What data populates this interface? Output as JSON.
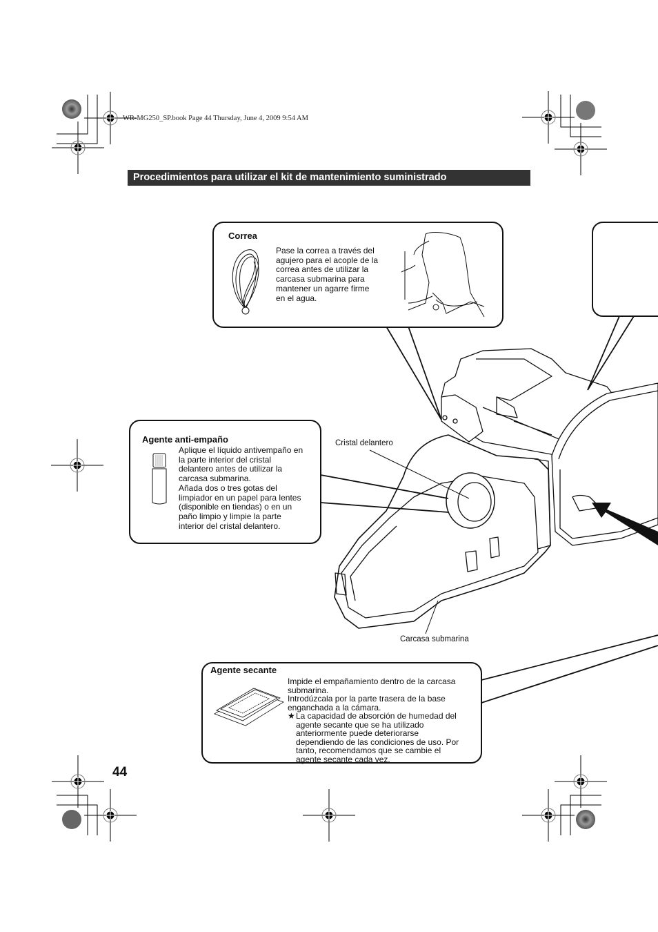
{
  "header": {
    "file_info": "WR-MG250_SP.book  Page 44  Thursday, June 4, 2009  9:54 AM"
  },
  "section_title": "Procedimientos para utilizar el kit de mantenimiento suministrado",
  "callouts": {
    "correa": {
      "title": "Correa",
      "text": "Pase la correa a través del agujero para el acople de la correa antes de utilizar la carcasa submarina para mantener un agarre firme en el agua.",
      "lines": [
        "Pase la correa a través del",
        "agujero para el acople de la",
        "correa antes de utilizar la",
        "carcasa submarina para",
        "mantener un agarre firme",
        "en el agua."
      ]
    },
    "anti_fog": {
      "title": "Agente anti-empaño",
      "lines": [
        "Aplique el líquido antivempaño en",
        "la parte interior del cristal",
        "delantero antes de utilizar la",
        "carcasa submarina.",
        "Añada dos o tres gotas del",
        "limpiador en un papel para lentes",
        "(disponible en tiendas) o en un",
        "paño limpio y limpie la parte",
        "interior del cristal delantero."
      ]
    },
    "desiccant": {
      "title": "Agente secante",
      "lines": [
        "Impide el empañamiento dentro de la carcasa",
        "submarina.",
        "Introdúzcala por la parte trasera de la base",
        "enganchada a la cámara."
      ],
      "note_marker": "★",
      "note_lines": [
        "La capacidad de absorción de humedad del",
        "agente secante que se ha utilizado",
        "anteriormente puede deteriorarse",
        "dependiendo de las condiciones de uso. Por",
        "tanto, recomendamos que se cambie el",
        "agente secante cada vez."
      ]
    }
  },
  "diagram_labels": {
    "front_glass": "Cristal delantero",
    "housing": "Carcasa submarina"
  },
  "page_number": "44"
}
